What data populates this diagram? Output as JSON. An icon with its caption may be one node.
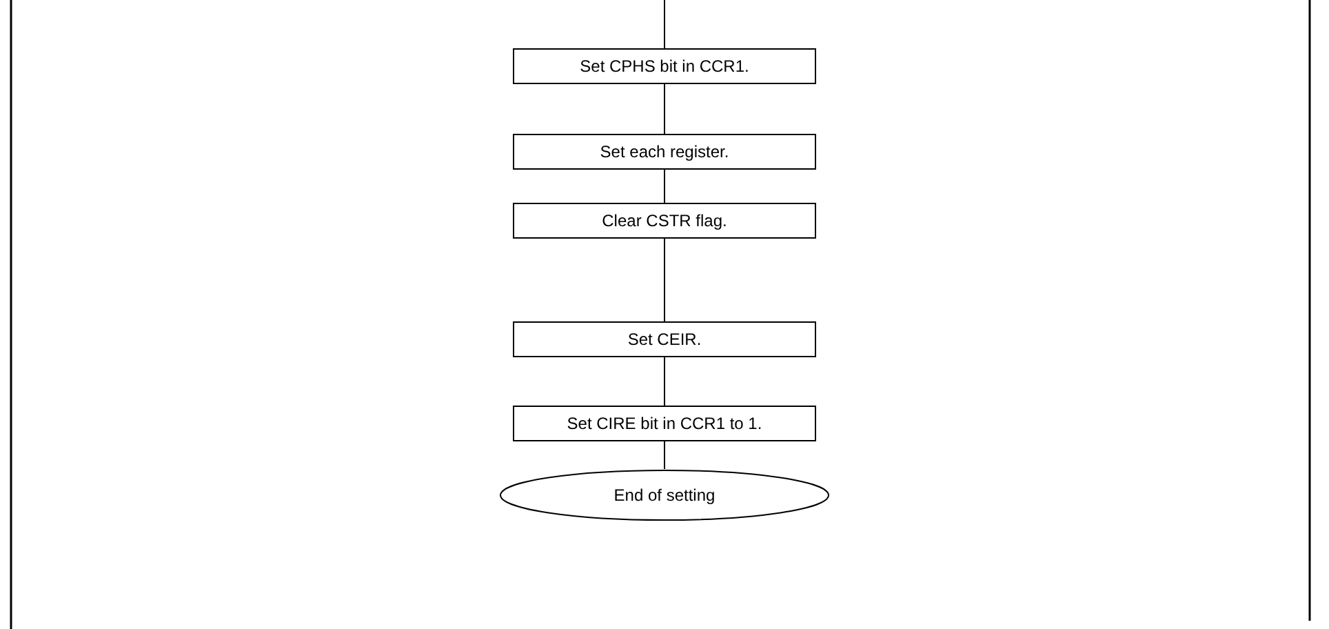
{
  "diagram": {
    "nodes": [
      {
        "text": [
          "Set CPHS bit in CCR1."
        ]
      },
      {
        "text": [
          "Set each register."
        ]
      },
      {
        "text": [
          "Clear CSTR flag."
        ]
      },
      {
        "text": [
          "Set CEIR."
        ]
      },
      {
        "text": [
          "Set CIRE bit in CCR1 to 1."
        ]
      },
      {
        "text": [
          "End of setting"
        ]
      }
    ],
    "edges": [
      {
        "from": null,
        "to": 0,
        "arrow": "none"
      },
      {
        "from": 0,
        "to": 1,
        "arrow": "none"
      },
      {
        "from": 1,
        "to": 2,
        "arrow": "none"
      },
      {
        "from": 2,
        "to": 3,
        "arrow": "none"
      },
      {
        "from": 3,
        "to": 4,
        "arrow": "none"
      },
      {
        "from": 4,
        "to": 5,
        "arrow": "none"
      }
    ]
  }
}
